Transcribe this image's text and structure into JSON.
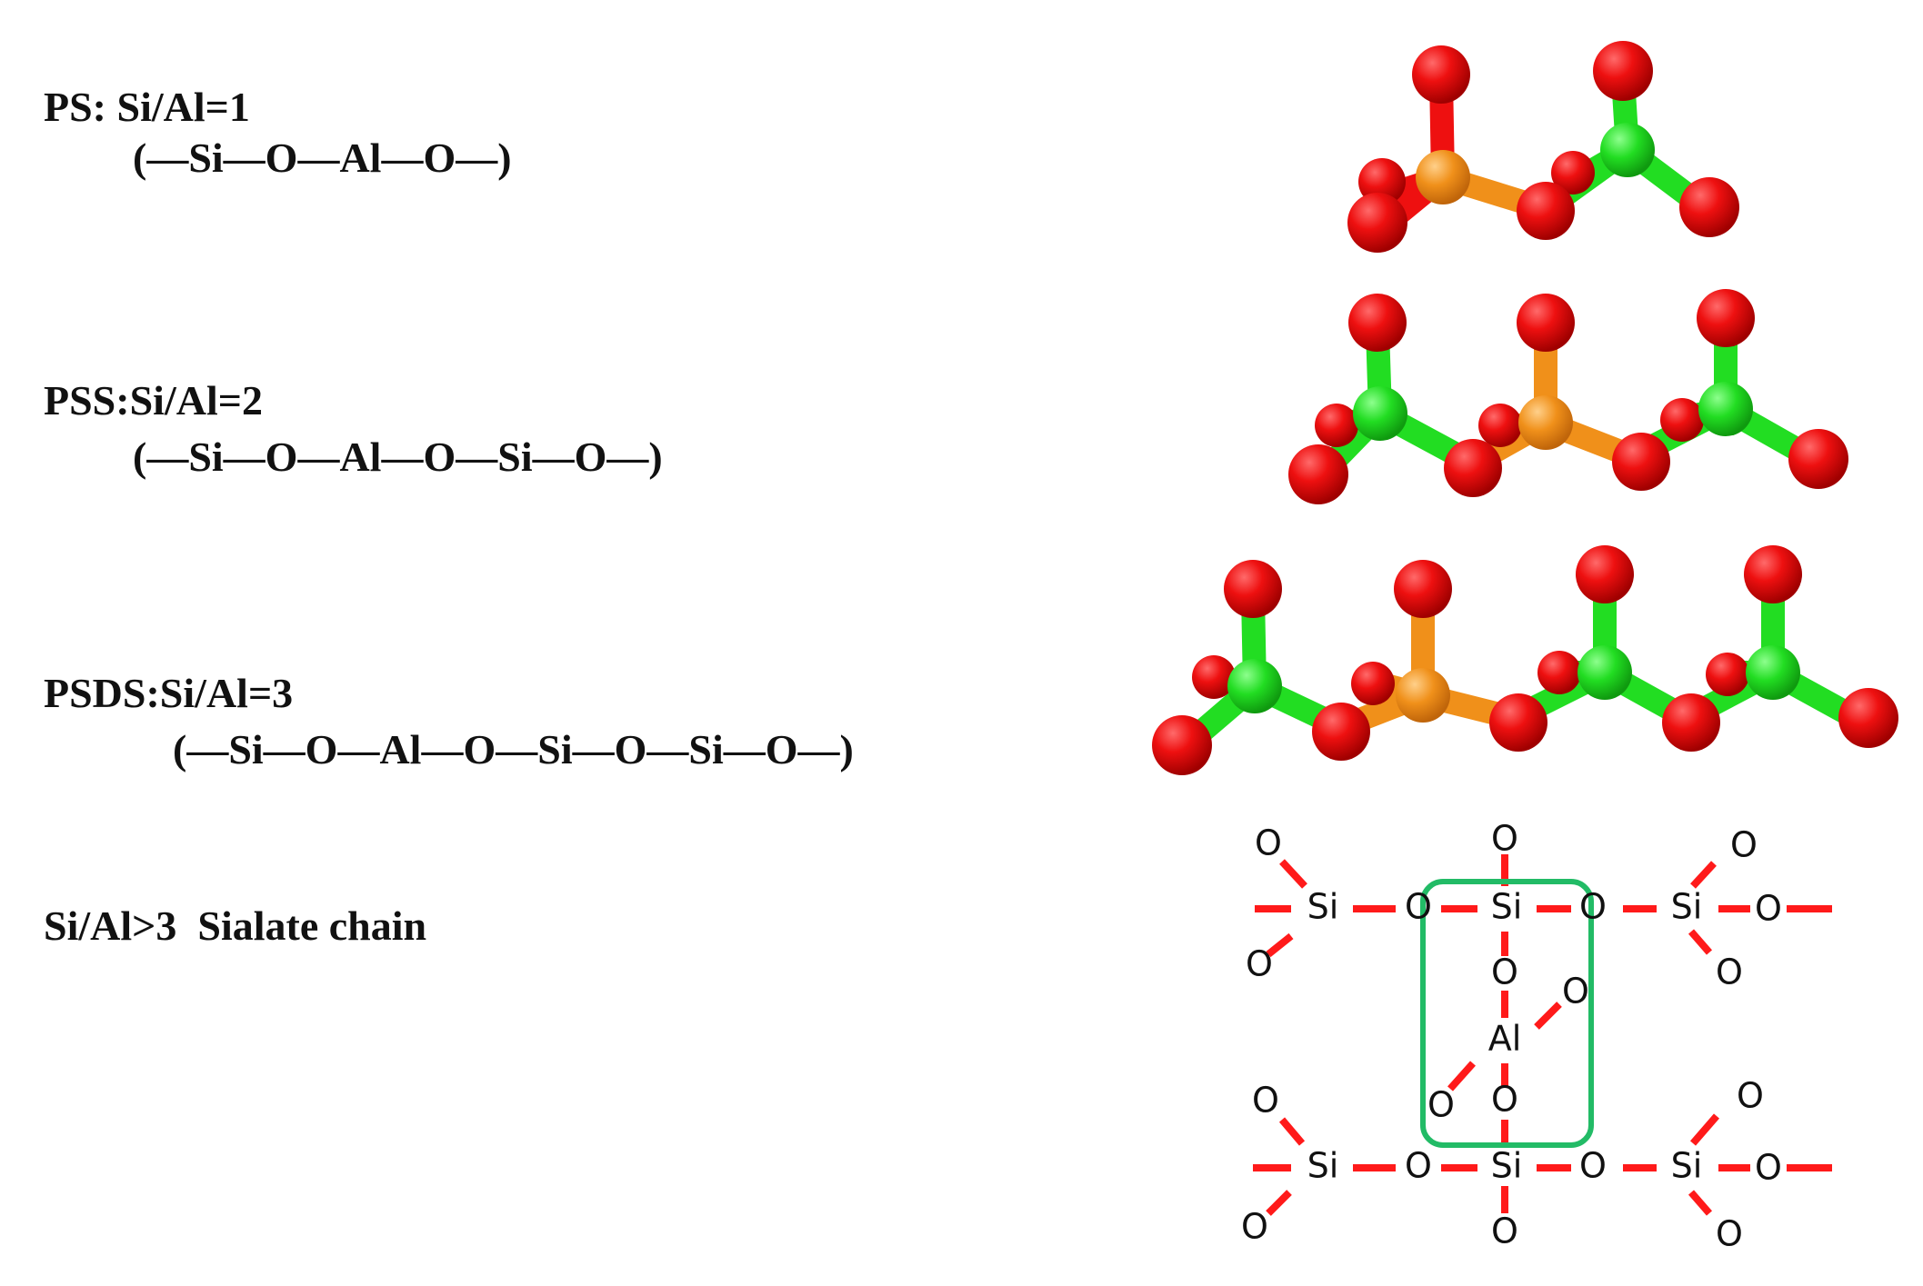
{
  "rows": [
    {
      "title": "PS: Si/Al=1",
      "formula": "(—Si—O—Al—O—)"
    },
    {
      "title": "PSS:Si/Al=2",
      "formula": "(—Si—O—Al—O—Si—O—)"
    },
    {
      "title": "PSDS:Si/Al=3",
      "formula": "(—Si—O—Al—O—Si—O—Si—O—)"
    },
    {
      "title": "Si/Al>3  Sialate chain",
      "formula": ""
    }
  ],
  "colors": {
    "oxygen": "#e01010",
    "silicon": "#22dd22",
    "aluminum": "#f0901a",
    "bond": "#ff1a1a",
    "highlight_box": "#22bb66"
  },
  "sialate": {
    "si": "Si",
    "o": "O",
    "al": "Al"
  }
}
